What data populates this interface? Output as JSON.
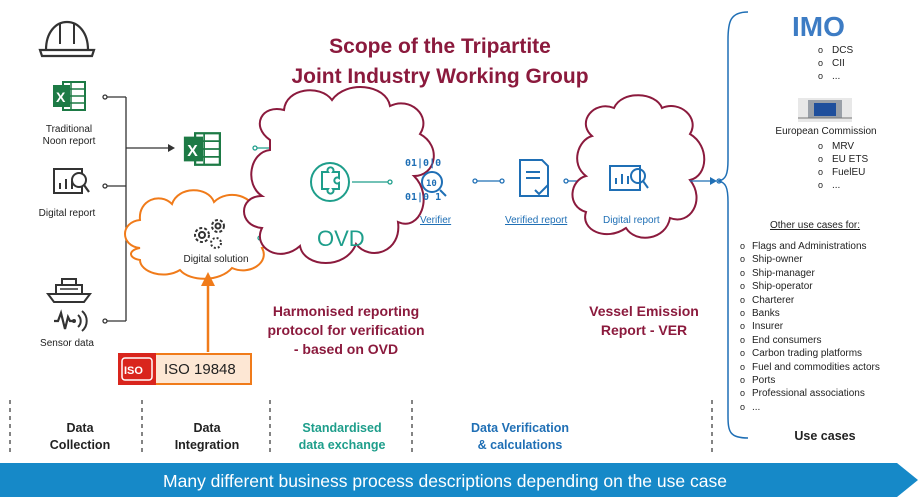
{
  "title": {
    "line1": "Scope of the Tripartite",
    "line2": "Joint Industry Working Group"
  },
  "sources": {
    "noon_report": "Traditional\nNoon report",
    "digital_report": "Digital report",
    "sensor_data": "Sensor data"
  },
  "digital_solution": "Digital solution",
  "iso": {
    "badge": "ISO",
    "label": "ISO 19848"
  },
  "ovd": "OVD",
  "verifier": "Verifier",
  "verified_report": "Verified report",
  "digital_report_cloud": "Digital report",
  "harmonised": "Harmonised reporting\nprotocol for verification\n- based on OVD",
  "ver": "Vessel Emission\nReport - VER",
  "phases": {
    "collection": "Data\nCollection",
    "integration": "Data\nIntegration",
    "exchange": "Standardised\ndata exchange",
    "verification": "Data Verification\n& calculations",
    "use_cases": "Use cases"
  },
  "imo": {
    "logo": "IMO",
    "items": [
      "DCS",
      "CII",
      "..."
    ]
  },
  "ec": {
    "name": "European Commission",
    "items": [
      "MRV",
      "EU ETS",
      "FuelEU",
      "..."
    ]
  },
  "other": {
    "heading": "Other use cases for:",
    "items": [
      "Flags and Administrations",
      "Ship-owner",
      "Ship-manager",
      "Ship-operator",
      "Charterer",
      "Banks",
      "Insurer",
      "End consumers",
      "Carbon trading platforms",
      "Fuel and commodities actors",
      "Ports",
      "Professional associations",
      "..."
    ]
  },
  "banner": "Many different business process descriptions depending on the use case",
  "colors": {
    "maroon": "#8b1a3d",
    "teal": "#1e9e8b",
    "blue": "#1f6fb5",
    "banner": "#1689c8",
    "orange": "#f07b1a",
    "iso_red": "#d9251d",
    "excel_green": "#1d7a45"
  }
}
